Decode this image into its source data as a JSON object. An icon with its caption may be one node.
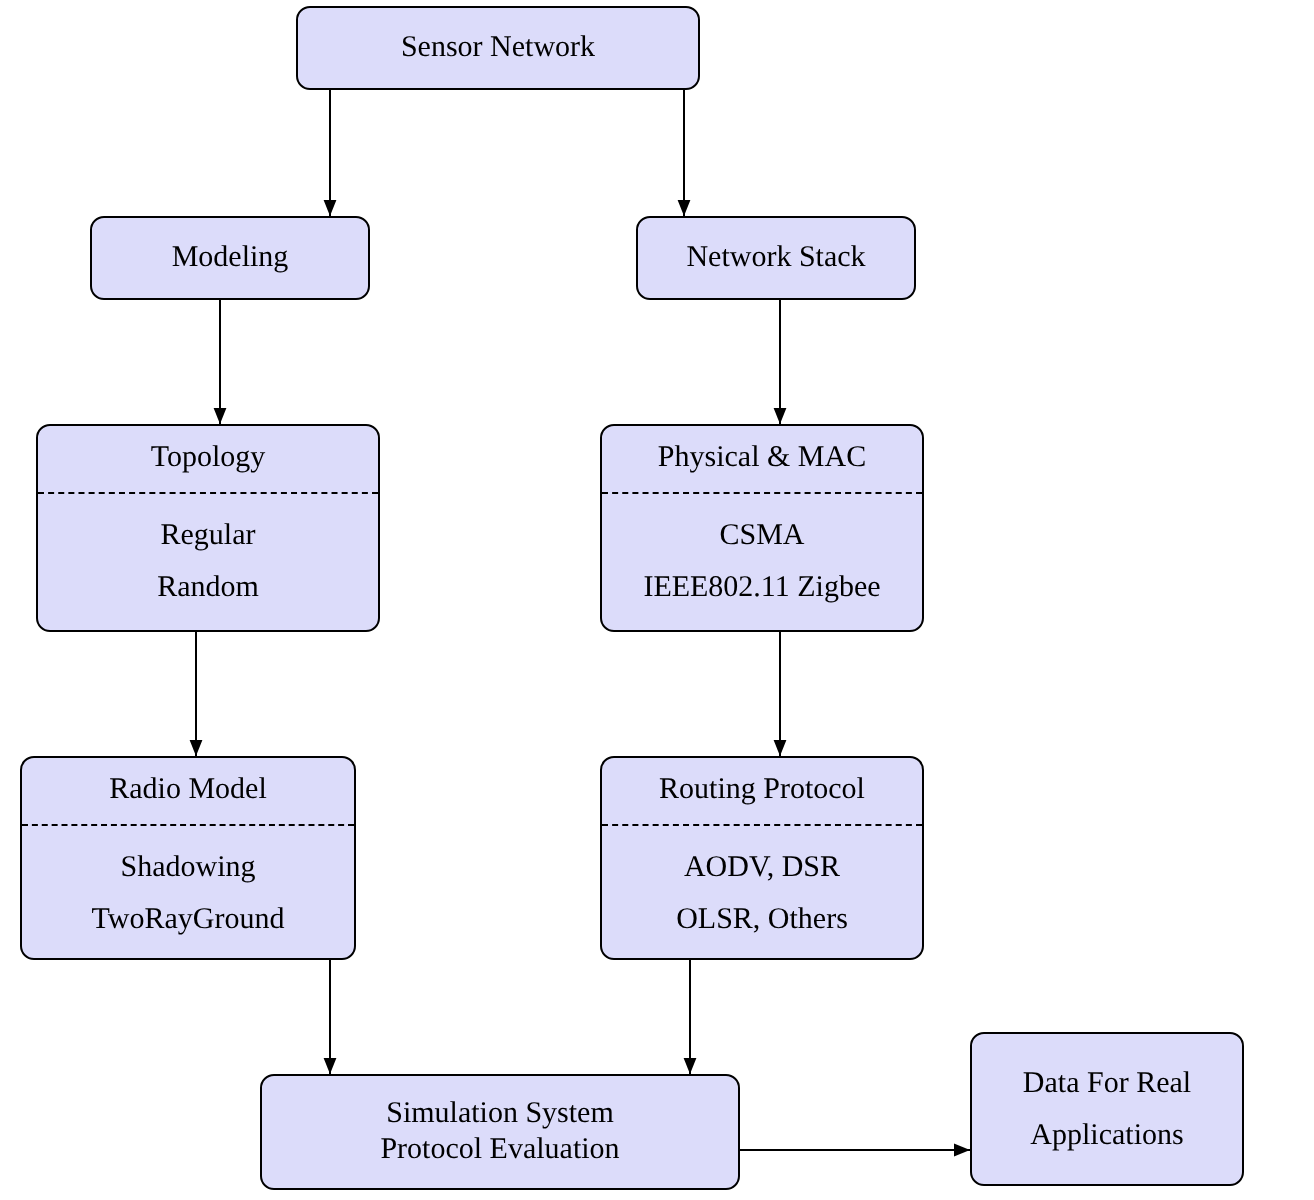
{
  "diagram": {
    "nodes": [
      {
        "text": [
          "Sensor Network"
        ]
      },
      {
        "text": [
          "Modeling"
        ]
      },
      {
        "text": [
          "Network Stack"
        ]
      },
      {
        "text": [
          "Topology",
          "Regular",
          "Random"
        ]
      },
      {
        "text": [
          "Physical & MAC",
          "CSMA",
          "IEEE802.11 Zigbee"
        ]
      },
      {
        "text": [
          "Radio Model",
          "Shadowing",
          "TwoRayGround"
        ]
      },
      {
        "text": [
          "Routing Protocol",
          "AODV,  DSR",
          "OLSR, Others"
        ]
      },
      {
        "text": [
          "Simulation System",
          "Protocol Evaluation"
        ]
      },
      {
        "text": [
          "Data For Real Applications"
        ]
      }
    ],
    "edges": [
      {
        "from": 0,
        "to": 1,
        "arrow": "to"
      },
      {
        "from": 0,
        "to": 2,
        "arrow": "to"
      },
      {
        "from": 1,
        "to": 3,
        "arrow": "to"
      },
      {
        "from": 2,
        "to": 4,
        "arrow": "to"
      },
      {
        "from": 3,
        "to": 5,
        "arrow": "to"
      },
      {
        "from": 4,
        "to": 6,
        "arrow": "to"
      },
      {
        "from": 5,
        "to": 7,
        "arrow": "to"
      },
      {
        "from": 6,
        "to": 7,
        "arrow": "to"
      },
      {
        "from": 7,
        "to": 8,
        "arrow": "to"
      }
    ]
  }
}
